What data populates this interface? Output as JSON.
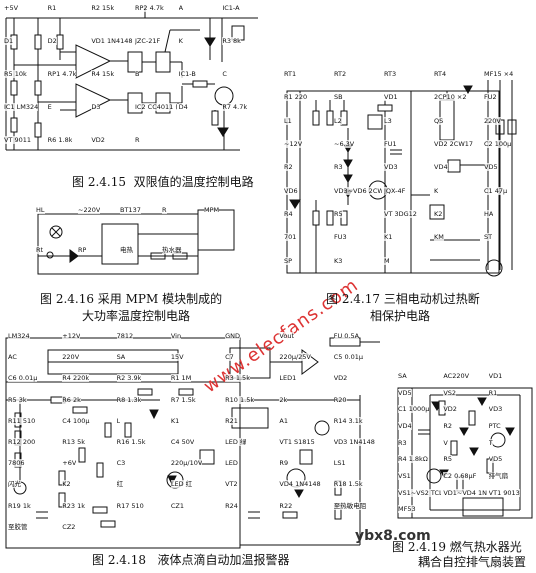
{
  "figures": {
    "fig15": {
      "caption_num": "图 2.4.15",
      "caption_text": "双限值的温度控制电路",
      "labels": [
        "+5V",
        "R1",
        "R2 15k",
        "RP2 4.7k",
        "A",
        "IC1-A",
        "D1",
        "D2",
        "VD1 1N4148",
        "JZC-21F",
        "K",
        "R3 8k",
        "R5 10k",
        "RP1 4.7k",
        "R4 15k",
        "B",
        "IC1-B",
        "C",
        "IC1 LM324",
        "E",
        "D3",
        "IC2 CC4011 (D1~D4)",
        "D4",
        "R7 4.7k",
        "VT 9011",
        "R6 1.8k",
        "VD2",
        "R"
      ]
    },
    "fig16": {
      "caption_line1": "图 2.4.16   采用 MPM 模块制成的",
      "caption_line2": "大功率温度控制电路",
      "labels": [
        "HL",
        "~220V",
        "BT137",
        "R",
        "MPM",
        "Rt",
        "RP",
        "电热",
        "热水器"
      ]
    },
    "fig17": {
      "caption_line1": "图 2.4.17   三相电动机过热断",
      "caption_line2": "相保护电路",
      "labels": [
        "RT1",
        "RT2",
        "RT3",
        "RT4",
        "MF15 ×4",
        "R1 220",
        "SB",
        "VD1",
        "2CP10 ×2",
        "FU2",
        "L1",
        "L2",
        "L3",
        "QS",
        "220V",
        "~12V",
        "~6.3V",
        "FU1",
        "VD2 2CW17",
        "C2 100μ",
        "R2",
        "R3",
        "VD3",
        "VD4",
        "VD5",
        "VD6",
        "VD3~VD6 2CW55",
        "JQX-4F",
        "K",
        "C1 47μ",
        "R4",
        "R5",
        "VT 3DG12",
        "K2",
        "HA",
        "701",
        "FU3",
        "K1",
        "KM",
        "ST",
        "SP",
        "K3",
        "M"
      ]
    },
    "fig18": {
      "caption_num": "图 2.4.18",
      "caption_text": "液体点滴自动加温报警器",
      "labels": [
        "LM324",
        "+12V",
        "7812",
        "Vin",
        "GND",
        "Vout",
        "FU 0.5A",
        "AC",
        "220V",
        "SA",
        "15V",
        "C7",
        "220μ/25V",
        "C5 0.01μ",
        "C6 0.01μ",
        "R4 220k",
        "R2 3.9k",
        "R1 1M",
        "R3 1.5k",
        "LED1",
        "VD2",
        "R5 3k",
        "R6 2k",
        "R8 1.3k",
        "R7 1.5k",
        "R10 1.5k",
        "2k",
        "R20",
        "R11 510",
        "C4 100μ",
        "L",
        "K1",
        "R21",
        "A1",
        "R14 3.1k",
        "R12 200",
        "R13 5k",
        "R16 1.5k",
        "C4 50V",
        "LED 绿",
        "VT1 S1815",
        "VD3 1N4148",
        "7806",
        "+6V",
        "C3",
        "220μ/10V",
        "LED",
        "R9",
        "LS1",
        "闪光",
        "K2",
        "红",
        "LED 红",
        "VT2",
        "VD4 1N4148",
        "R18 1.5k",
        "R19 1k",
        "R23 1k",
        "R17 510",
        "CZ1",
        "R24",
        "R22",
        "至热敏电阻",
        "至胶管",
        "CZ2"
      ]
    },
    "fig19": {
      "caption_line1": "图 2.4.19   燃气热水器光",
      "caption_line2": "耦合自控排气扇装置",
      "labels": [
        "SA",
        "AC220V",
        "VD1",
        "VD5",
        "VS2",
        "R1",
        "C1 1000μ",
        "VD2",
        "VD3",
        "VD4",
        "R2",
        "PTC",
        "R3",
        "V",
        "T",
        "R4 1.8kΩ",
        "R5",
        "VD5",
        "VS1",
        "C2 0.68μF",
        "排气扇",
        "VS1~VS2 TCL336A",
        "VD1~VD4 1N4001",
        "VT1 9013",
        "MF53"
      ]
    }
  },
  "watermarks": {
    "diagonal": "www.elecfans.com",
    "corner": "ybx8.com"
  }
}
